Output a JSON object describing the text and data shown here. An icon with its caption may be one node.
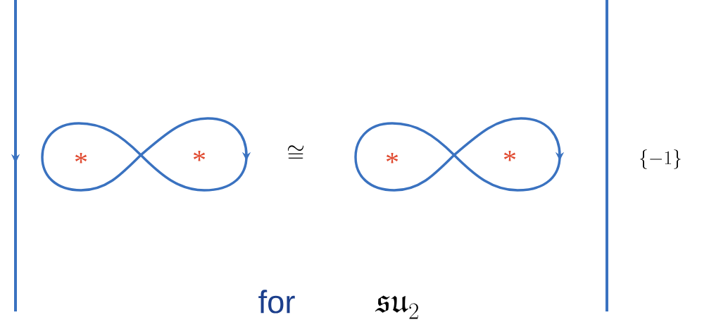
{
  "diagram": {
    "labels": [
      "*",
      "*",
      "\\cong",
      "*",
      "*",
      "\\{-1\\}",
      "for",
      "\\mathfrak{su}_2"
    ]
  }
}
